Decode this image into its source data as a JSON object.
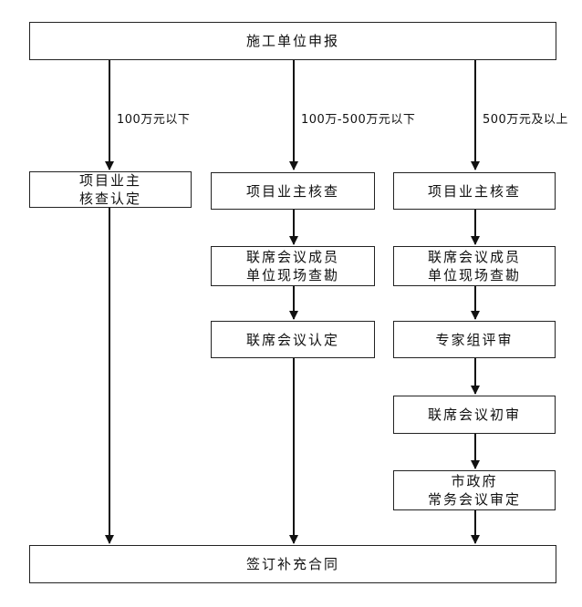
{
  "top_box": "施工单位申报",
  "bottom_box": "签订补充合同",
  "branches": [
    {
      "condition": "100万元以下",
      "steps": [
        "项目业主\n核查认定"
      ]
    },
    {
      "condition": "100万-500万元以下",
      "steps": [
        "项目业主核查",
        "联席会议成员\n单位现场查勘",
        "联席会议认定"
      ]
    },
    {
      "condition": "500万元及以上",
      "steps": [
        "项目业主核查",
        "联席会议成员\n单位现场查勘",
        "专家组评审",
        "联席会议初审",
        "市政府\n常务会议审定"
      ]
    }
  ]
}
